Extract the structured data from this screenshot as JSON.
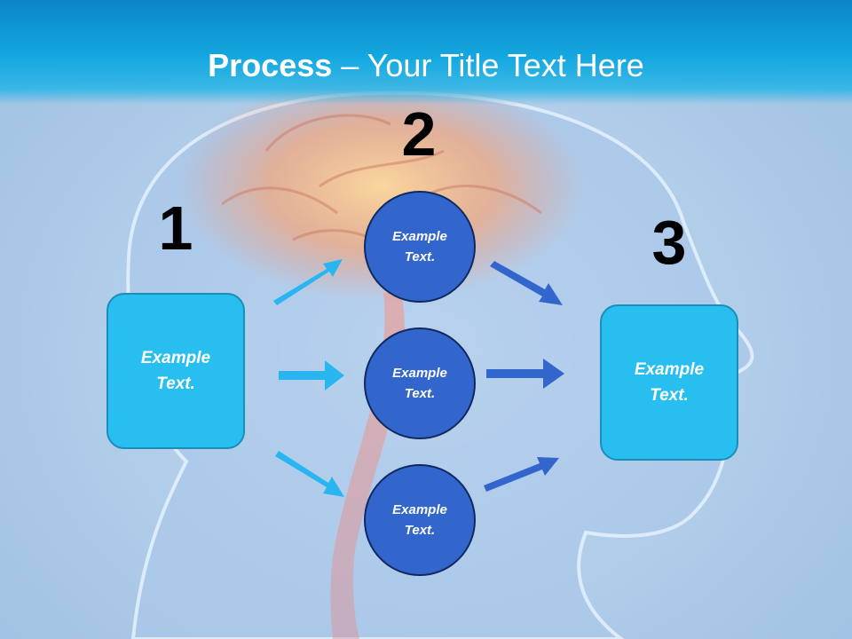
{
  "title": {
    "bold": "Process",
    "separator": " – ",
    "rest": "Your Title Text Here"
  },
  "steps": [
    {
      "number": "1"
    },
    {
      "number": "2"
    },
    {
      "number": "3"
    }
  ],
  "left_box": {
    "text": "Example Text."
  },
  "circles": [
    {
      "text": "Example Text."
    },
    {
      "text": "Example Text."
    },
    {
      "text": "Example Text."
    }
  ],
  "right_box": {
    "text": "Example Text."
  },
  "colors": {
    "title_bar": "#14a8e0",
    "box_fill": "#28bff0",
    "circle_fill": "#3366cc",
    "arrow_light": "#29b6f0",
    "arrow_dark": "#3366cc"
  }
}
